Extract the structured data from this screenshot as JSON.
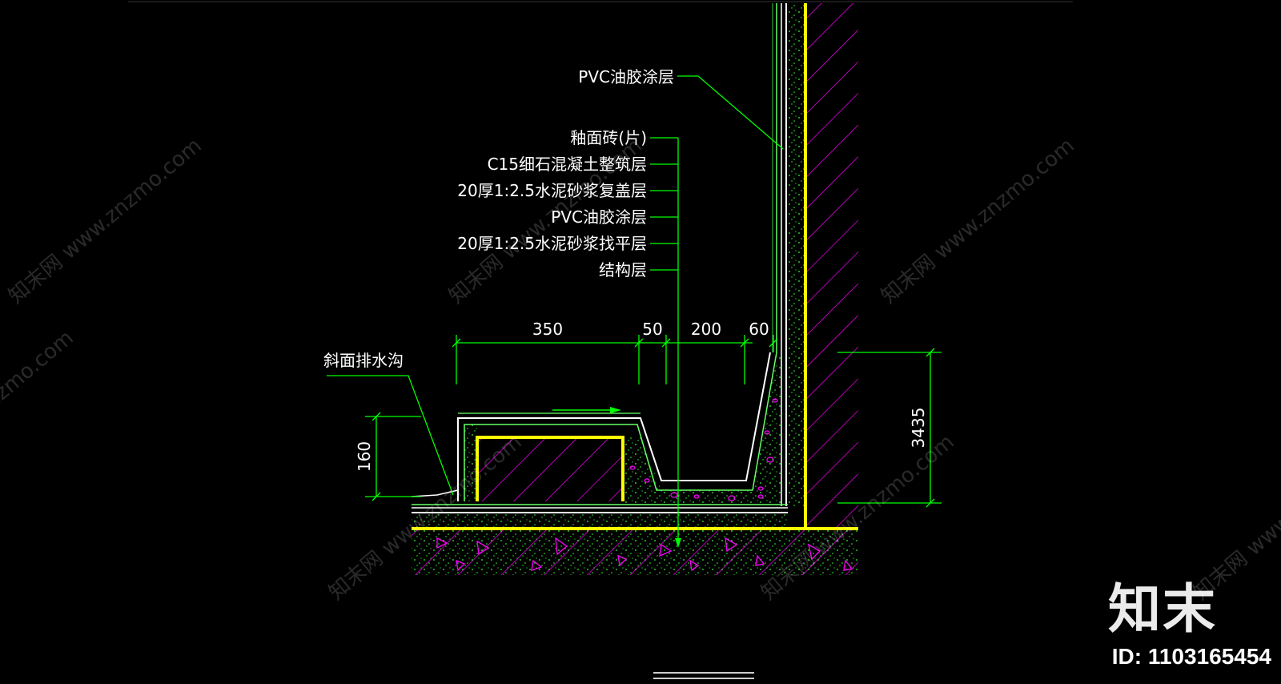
{
  "drawing": {
    "wall_label": "PVC油胶涂层",
    "floor_layers": [
      "釉面砖(片)",
      "C15细石混凝土整筑层",
      "20厚1:2.5水泥砂浆复盖层",
      "PVC油胶涂层",
      "20厚1:2.5水泥砂浆找平层",
      "结构层"
    ],
    "drain_label": "斜面排水沟",
    "dimensions": {
      "top": [
        "350",
        "50",
        "200",
        "60"
      ],
      "left_height": "160",
      "right_height": "3435"
    }
  },
  "watermark": {
    "text": "知末网 www.znzmo.com"
  },
  "brand": {
    "logo": "知末",
    "id_label": "ID: 1103165454"
  },
  "colors": {
    "background": "#000000",
    "leader": "#00ff00",
    "yellow": "#ffff00",
    "hatch": "#ff00ff",
    "dimension": "#00ff00",
    "text": "#ffffff"
  }
}
